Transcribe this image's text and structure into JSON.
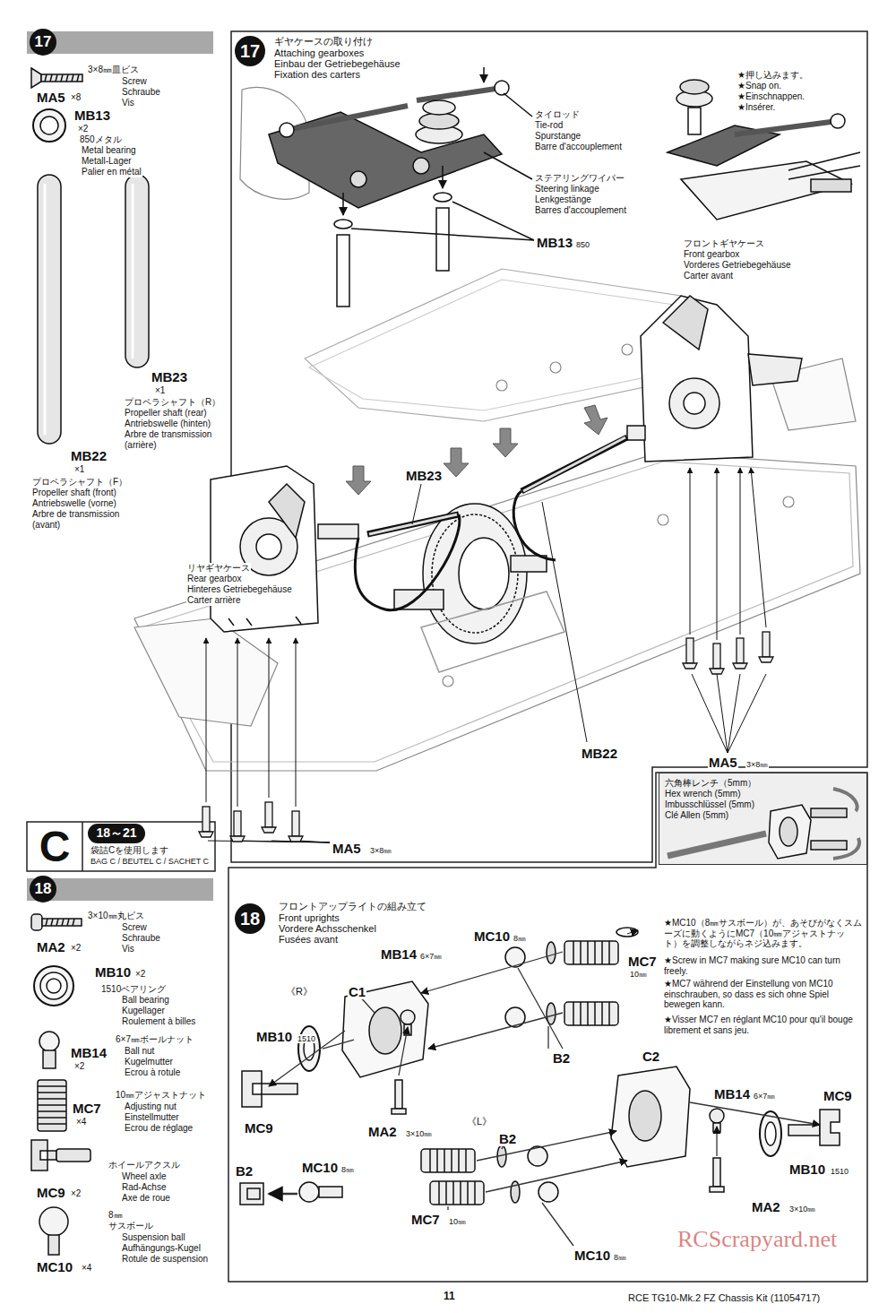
{
  "diagram": {
    "nodes": [
      {
        "text": [
          "17"
        ]
      },
      {
        "text": [
          "17"
        ]
      },
      {
        "text": [
          "C"
        ]
      },
      {
        "text": [
          "18～21"
        ]
      },
      {
        "text": [
          "18"
        ]
      },
      {
        "text": [
          "18"
        ]
      },
      {
        "text": [
          "六角棒レンチ（5mm）",
          "Hex wrench (5mm)",
          "Imbusschlüssel (5mm)",
          "Clé Allen (5mm)"
        ]
      }
    ],
    "labels": [
      "3×8㎜皿ビス",
      "Screw",
      "Schraube",
      "Vis",
      "MA5",
      "×8",
      "MB13",
      "×2",
      "850メタル",
      "Metal bearing",
      "Metall-Lager",
      "Palier en métal",
      "MB23",
      "×1",
      "プロペラシャフト（R）",
      "Propeller shaft (rear)",
      "Antriebswelle (hinten)",
      "Arbre de transmission",
      "(arrière)",
      "MB22",
      "×1",
      "プロペラシャフト（F）",
      "Propeller shaft (front)",
      "Antriebswelle (vorne)",
      "Arbre de transmission",
      "(avant)",
      "ギヤケースの取り付け",
      "Attaching gearboxes",
      "Einbau der Getriebegehäuse",
      "Fixation des carters",
      "タイロッド",
      "Tie-rod",
      "Spurstange",
      "Barre d'accouplement",
      "ステアリングワイパー",
      "Steering linkage",
      "Lenkgestänge",
      "Barres d'accouplement",
      "MB13",
      "850",
      "★押し込みます。",
      "★Snap on.",
      "★Einschnappen.",
      "★Insérer.",
      "フロントギヤケース",
      "Front gearbox",
      "Vorderes Getriebegehäuse",
      "Carter avant",
      "MB23",
      "リヤギヤケース",
      "Rear gearbox",
      "Hinteres Getriebegehäuse",
      "Carter arrière",
      "MB22",
      "MA5",
      "3×8㎜",
      "MA5",
      "3×8㎜",
      "袋詰Cを使用します",
      "BAG C / BEUTEL C / SACHET C",
      "3×10㎜丸ビス",
      "Screw",
      "Schraube",
      "Vis",
      "MA2",
      "×2",
      "MB10",
      "×2",
      "1510ベアリング",
      "Ball bearing",
      "Kugellager",
      "Roulement à billes",
      "MB14",
      "×2",
      "6×7㎜ボールナット",
      "Ball nut",
      "Kugelmutter",
      "Ecrou à rotule",
      "MC7",
      "×4",
      "10㎜アジャストナット",
      "Adjusting nut",
      "Einstellmutter",
      "Ecrou de réglage",
      "MC9",
      "×2",
      "ホイールアクスル",
      "Wheel axle",
      "Rad-Achse",
      "Axe de roue",
      "MC10",
      "×4",
      "8㎜",
      "サスボール",
      "Suspension ball",
      "Aufhängungs-Kugel",
      "Rotule de suspension",
      "フロントアップライトの組み立て",
      "Front uprights",
      "Vordere Achsschenkel",
      "Fusées avant",
      "MC10",
      "8㎜",
      "MB14",
      "6×7㎜",
      "《R》",
      "C1",
      "MC7",
      "10㎜",
      "MB10",
      "1510",
      "B2",
      "MC9",
      "MA2",
      "3×10㎜",
      "B2",
      "MC10",
      "8㎜",
      "《L》",
      "C2",
      "MB14",
      "6×7㎜",
      "MC9",
      "B2",
      "MB10",
      "1510",
      "MC7",
      "10㎜",
      "MA2",
      "3×10㎜",
      "MC10",
      "8㎜",
      "★MC10（8㎜サスボール）が、あそびがなくスムーズに動くようにMC7（10㎜アジャストナット）を調整しながらネジ込みます。",
      "★Screw in MC7 making sure MC10 can turn freely.",
      "★MC7 während der Einstellung von MC10 einschrauben, so dass es sich ohne Spiel bewegen kann.",
      "★Visser MC7 en réglant MC10 pour qu'il bouge librement et sans jeu.",
      "11",
      "RCE TG10-Mk.2 FZ Chassis Kit (11054717)",
      "RCScrapyard.net"
    ]
  }
}
